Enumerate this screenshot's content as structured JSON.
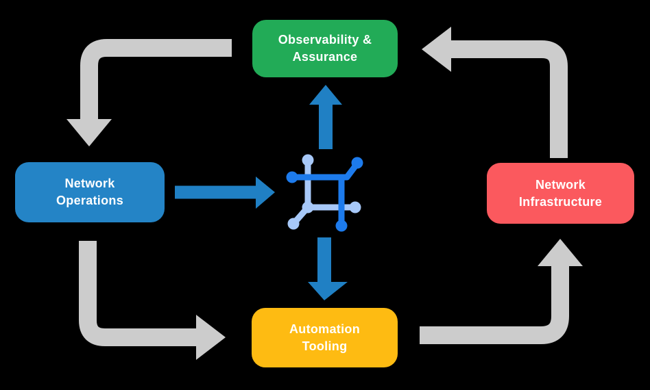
{
  "canvas": {
    "background": "#000000",
    "text_color": "#FFFFFF"
  },
  "nodes": {
    "observability": {
      "line1": "Observability &",
      "line2": "Assurance",
      "color": "#22AB57"
    },
    "operations": {
      "line1": "Network",
      "line2": "Operations",
      "color": "#2484C6"
    },
    "infrastructure": {
      "line1": "Network",
      "line2": "Infrastructure",
      "color": "#FB595E"
    },
    "automation": {
      "line1": "Automation",
      "line2": "Tooling",
      "color": "#FEBB12"
    }
  },
  "icon": {
    "name": "network-mesh-icon",
    "dark_blue": "#1D7BEC",
    "light_blue": "#A7C8F8"
  },
  "arrows": {
    "gray_color": "#CCCCCC",
    "blue_color": "#2080C4",
    "flows": [
      {
        "from": "Observability & Assurance",
        "to": "Network Operations",
        "style": "gray"
      },
      {
        "from": "Network Operations",
        "to": "Automation Tooling",
        "style": "gray"
      },
      {
        "from": "Automation Tooling",
        "to": "Network Infrastructure",
        "style": "gray"
      },
      {
        "from": "Network Infrastructure",
        "to": "Observability & Assurance",
        "style": "gray"
      },
      {
        "from": "Network Operations",
        "to": "center-icon",
        "style": "blue"
      },
      {
        "from": "center-icon",
        "to": "Observability & Assurance",
        "style": "blue"
      },
      {
        "from": "center-icon",
        "to": "Automation Tooling",
        "style": "blue"
      }
    ]
  }
}
